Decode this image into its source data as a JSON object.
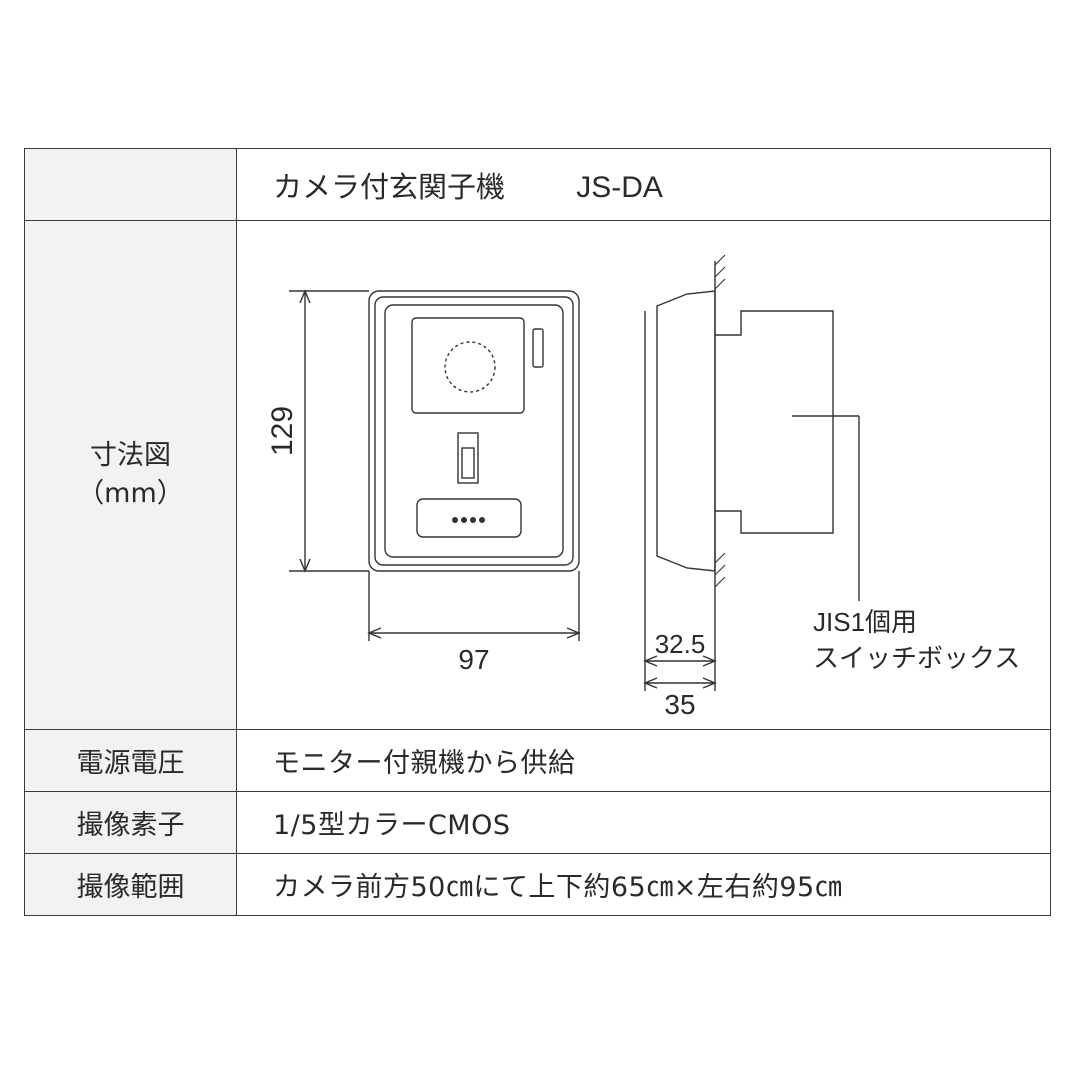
{
  "title": {
    "product_name": "カメラ付玄関子機",
    "model": "JS-DA"
  },
  "diagram": {
    "label_line1": "寸法図",
    "label_line2": "（mm）",
    "height_dim": "129",
    "width_dim": "97",
    "depth_inner_dim": "32.5",
    "depth_outer_dim": "35",
    "box_label_line1": "JIS1個用",
    "box_label_line2": "スイッチボックス"
  },
  "specs": [
    {
      "label": "電源電圧",
      "value": "モニター付親機から供給"
    },
    {
      "label": "撮像素子",
      "value": "1/5型カラーCMOS"
    },
    {
      "label": "撮像範囲",
      "value": "カメラ前方50㎝にて上下約65㎝×左右約95㎝"
    }
  ]
}
